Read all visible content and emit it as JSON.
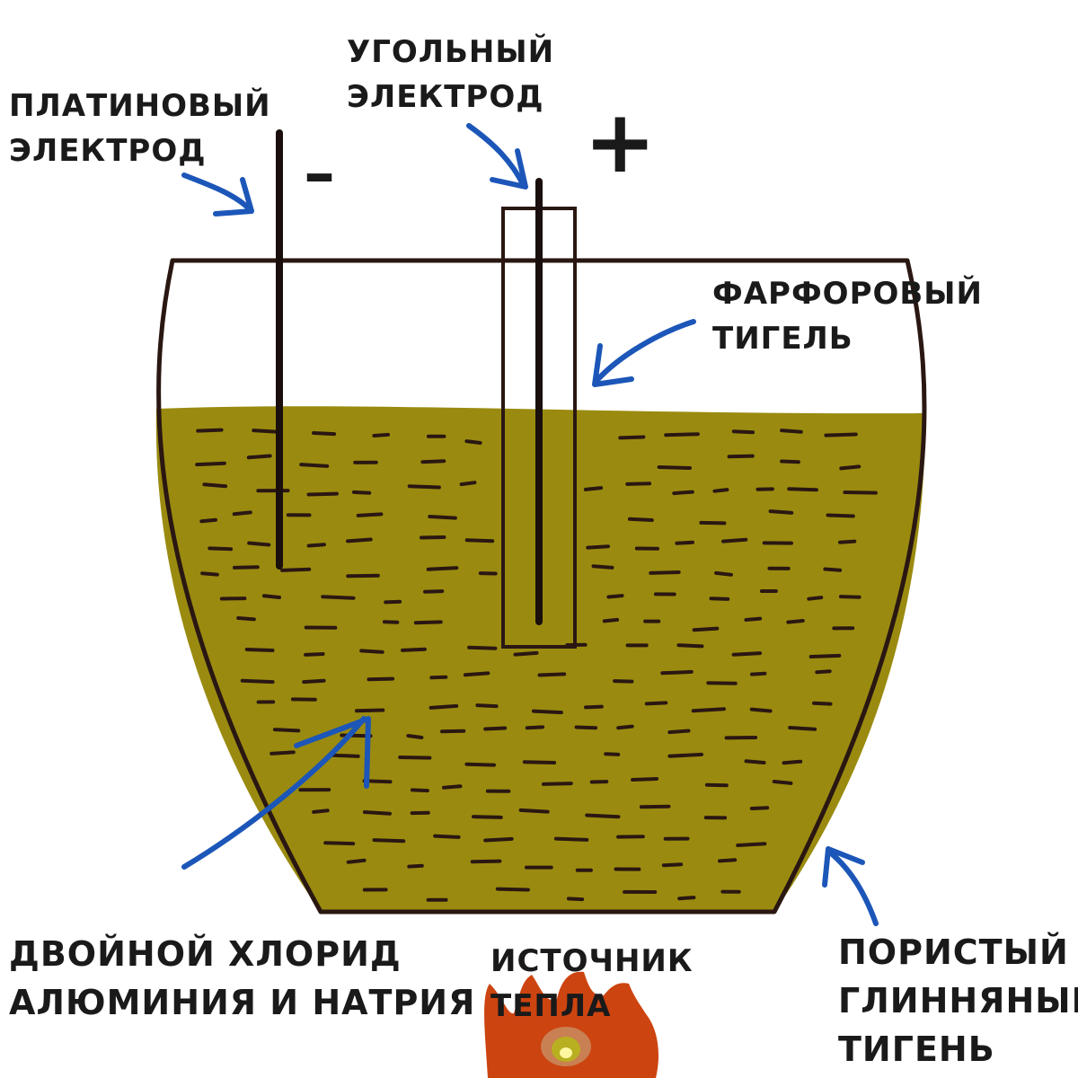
{
  "labels": {
    "platinum_electrode": [
      "Платиновый",
      "электрод"
    ],
    "carbon_electrode": [
      "Угольный",
      "электрод"
    ],
    "porcelain_crucible": [
      "Фарфоровый",
      "тигель"
    ],
    "double_chloride": [
      "Двойной хлорид",
      "алюминия и натрия"
    ],
    "heat_source": [
      "Источник",
      "тепла"
    ],
    "porous_crucible": [
      "Пористый",
      "глинняный",
      "тигень"
    ]
  },
  "signs": {
    "minus": "–",
    "plus": "+"
  },
  "colors": {
    "melt": "#9a8b10",
    "outline": "#2a1712",
    "arrow": "#1c56b8",
    "flame": "#cc4410",
    "flame_core": "#b8b020",
    "text": "#1a1a1a"
  }
}
